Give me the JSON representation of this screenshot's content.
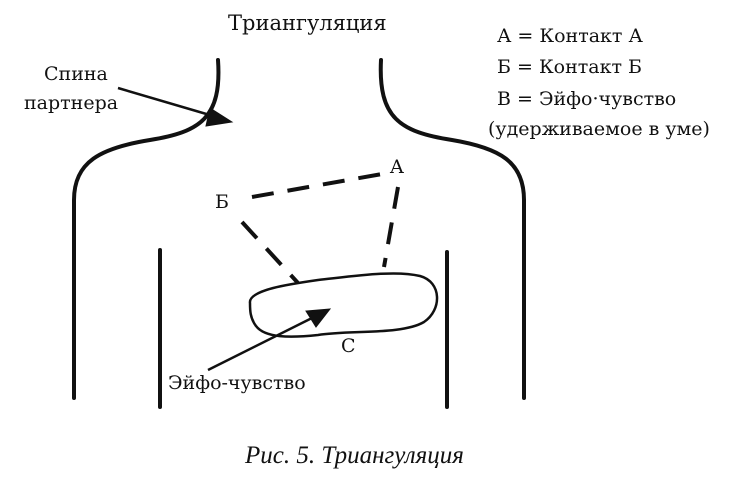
{
  "diagram": {
    "title": "Триангуляция",
    "points": {
      "a": "A",
      "b": "Б",
      "c": "C"
    },
    "labels": {
      "partner_back_line1": "Спина",
      "partner_back_line2": "партнера",
      "felt_sense": "Эйфо-чувство"
    },
    "legend": [
      "А = Контакт А",
      "Б = Контакт Б",
      "В = Эйфо·чувство",
      "(удерживаемое в уме)"
    ],
    "caption": "Рис. 5. Триангуляция"
  }
}
